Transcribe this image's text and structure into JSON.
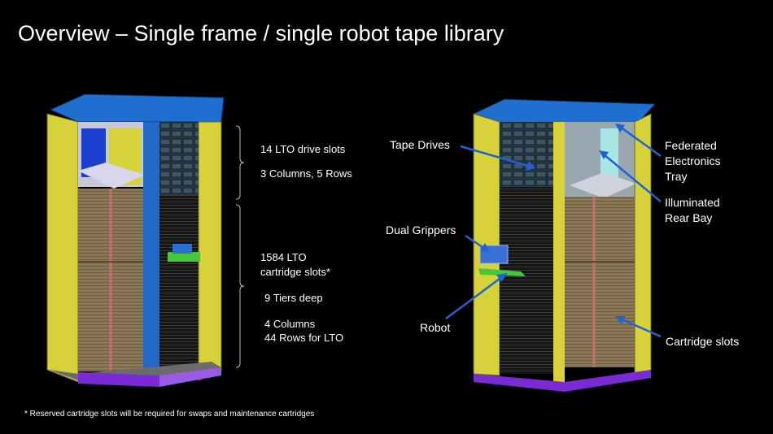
{
  "slide": {
    "title": "Overview – Single frame / single robot tape library",
    "footnote": "* Reserved cartridge slots will be required for swaps and maintenance cartridges"
  },
  "left_annotations": {
    "drive_slots": "14 LTO drive slots",
    "drive_layout": "3 Columns, 5 Rows",
    "cartridge_slots_line1": "1584 LTO",
    "cartridge_slots_line2": "cartridge slots*",
    "tiers": "9 Tiers deep",
    "columns": "4 Columns",
    "rows": "44 Rows for LTO"
  },
  "right_callouts": {
    "tape_drives": "Tape Drives",
    "dual_grippers": "Dual Grippers",
    "robot": "Robot",
    "federated_line1": "Federated",
    "federated_line2": "Electronics",
    "federated_line3": "Tray",
    "illuminated_line1": "Illuminated",
    "illuminated_line2": "Rear Bay",
    "cartridge_slots": "Cartridge slots"
  },
  "colors": {
    "background": "#000000",
    "callout_arrow": "#1e63d6",
    "cabinet_top": "#1f6fd1",
    "frame_yellow": "#d8d23a",
    "cartridge_tan": "#8c7a5c",
    "base_purple": "#7b2bd6",
    "robot_green": "#46c83c"
  }
}
